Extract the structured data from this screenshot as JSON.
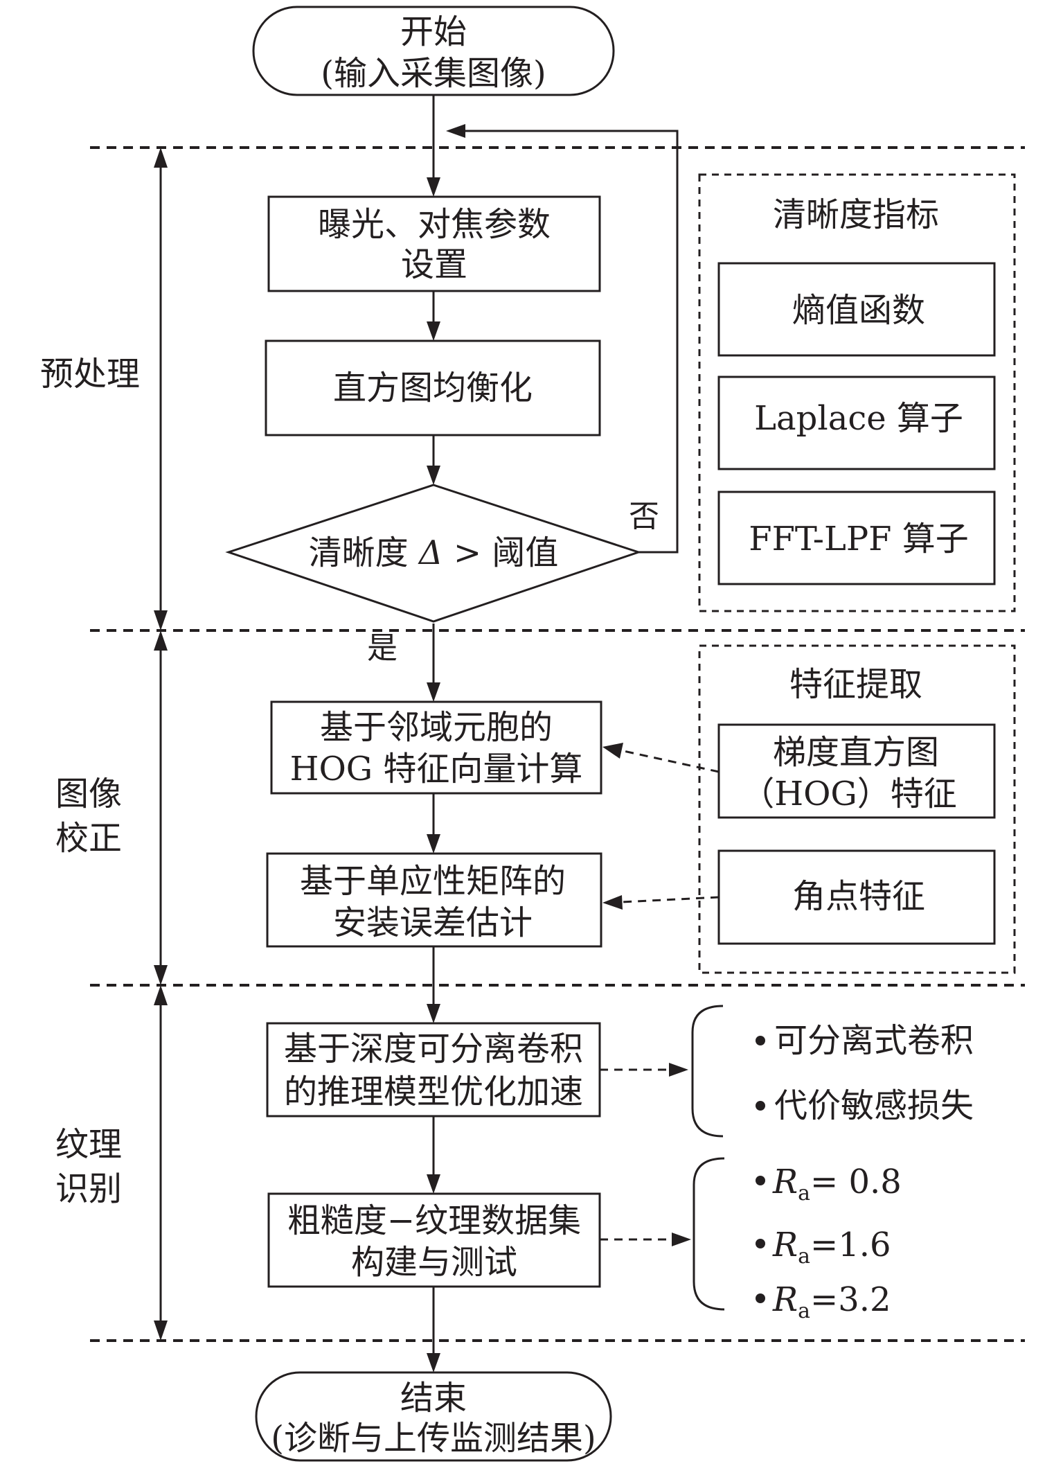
{
  "start": {
    "line1": "开始",
    "line2": "(输入采集图像)"
  },
  "end": {
    "line1": "结束",
    "line2": "(诊断与上传监测结果)"
  },
  "stages": {
    "preprocess": "预处理",
    "correction_line1": "图像",
    "correction_line2": "校正",
    "texture_line1": "纹理",
    "texture_line2": "识别"
  },
  "steps": {
    "exposure_line1": "曝光、对焦参数",
    "exposure_line2": "设置",
    "histeq": "直方图均衡化",
    "decision_prefix": "清晰度 ",
    "decision_symbol": "Δ",
    "decision_suffix": " > 阈值",
    "no_label": "否",
    "yes_label": "是",
    "hog_line1": "基于邻域元胞的",
    "hog_line2": "HOG 特征向量计算",
    "homography_line1": "基于单应性矩阵的",
    "homography_line2": "安装误差估计",
    "dsconv_line1": "基于深度可分离卷积",
    "dsconv_line2": "的推理模型优化加速",
    "dataset_line1": "粗糙度−纹理数据集",
    "dataset_line2": "构建与测试"
  },
  "sharpness_panel": {
    "title": "清晰度指标",
    "items": [
      "熵值函数",
      "Laplace 算子",
      "FFT-LPF 算子"
    ]
  },
  "feature_panel": {
    "title": "特征提取",
    "hog_line1": "梯度直方图",
    "hog_line2": "（HOG）特征",
    "corner": "角点特征"
  },
  "optimization_bullets": [
    "可分离式卷积",
    "代价敏感损失"
  ],
  "roughness": {
    "symbol": "R",
    "subscript": "a",
    "values": [
      "= 0.8",
      "=1.6",
      "=3.2"
    ]
  }
}
